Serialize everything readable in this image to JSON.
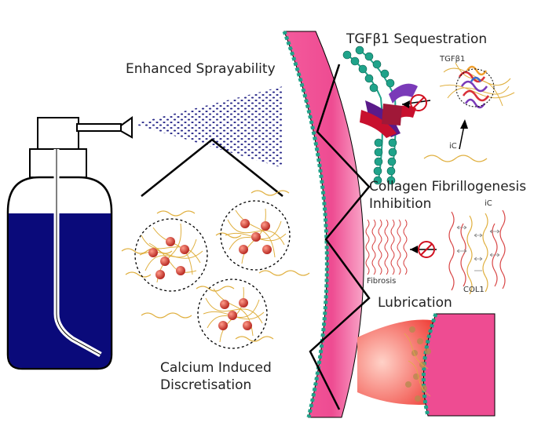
{
  "labels": {
    "enhanced_sprayability": "Enhanced Sprayability",
    "tgf_sequestration": "TGFβ1 Sequestration",
    "tgf_small": "TGFβ1",
    "ic_small_top": "iC",
    "collagen_line1": "Collagen Fibrillogenesis",
    "collagen_line2": "Inhibition",
    "ic_small_mid": "iC",
    "fibrosis": "Fibrosis",
    "col1": "COL1",
    "lubrication": "Lubrication",
    "calcium_line1": "Calcium Induced",
    "calcium_line2": "Discretisation"
  },
  "colors": {
    "bottle_fill": "#0a0a7a",
    "tissue_pink": "#ee5a9a",
    "tissue_teal": "#1fa38a",
    "fiber_gold": "#e0b040",
    "particle_red": "#c0392b",
    "receptor_red": "#c8102e",
    "receptor_purple": "#6a2a9c",
    "fibril_red": "#d84545"
  }
}
